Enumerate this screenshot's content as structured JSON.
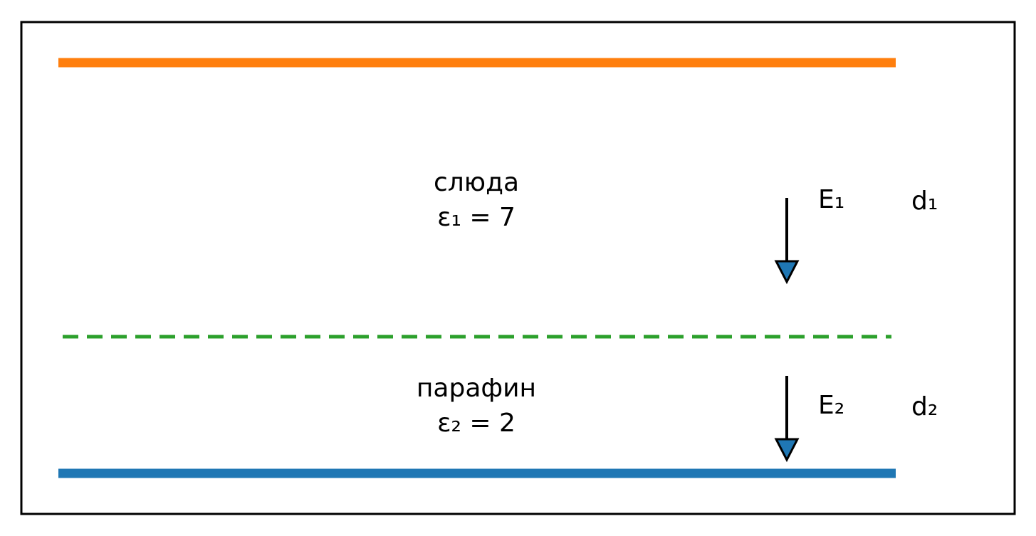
{
  "layers": [
    {
      "material": "слюда",
      "permittivity": "ε₁ = 7",
      "field": "E₁",
      "thickness": "d₁"
    },
    {
      "material": "парафин",
      "permittivity": "ε₂ = 2",
      "field": "E₂",
      "thickness": "d₂"
    }
  ],
  "colors": {
    "top_plate": "#ff7f0e",
    "bottom_plate": "#1f77b4",
    "interface": "#2ca02c",
    "arrow_head": "#1f77b4",
    "frame": "#000000"
  }
}
